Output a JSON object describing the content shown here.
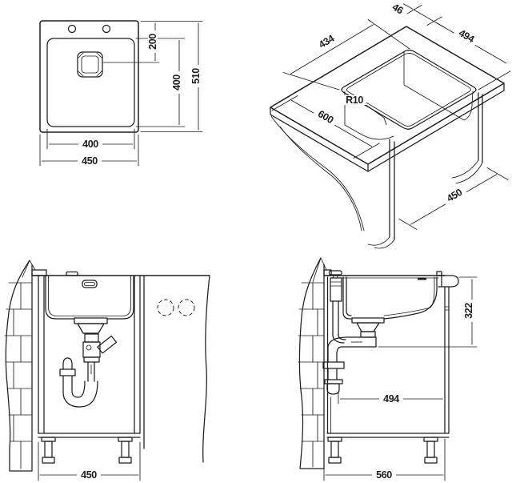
{
  "drawing": {
    "title": "sink-installation-technical-drawing",
    "background": "#ffffff",
    "line_color": "#1e1e1e",
    "views": {
      "plan": {
        "name": "top-view",
        "dims": {
          "hole_offset": "200",
          "basin_depth": "400",
          "overall_depth": "510",
          "basin_width": "400",
          "overall_width": "450"
        }
      },
      "isometric": {
        "name": "worktop-cutout-view",
        "dims": {
          "cutout_width": "434",
          "back_offset": "46",
          "cutout_length": "494",
          "corner_radius": "R10",
          "counter_depth": "600",
          "cabinet_width": "450"
        }
      },
      "front_section": {
        "name": "front-installation-view",
        "dims": {
          "cabinet_width": "450"
        }
      },
      "side_section": {
        "name": "side-installation-view",
        "dims": {
          "drain_height": "322",
          "internal_depth": "494",
          "overall_depth": "560"
        }
      }
    }
  }
}
